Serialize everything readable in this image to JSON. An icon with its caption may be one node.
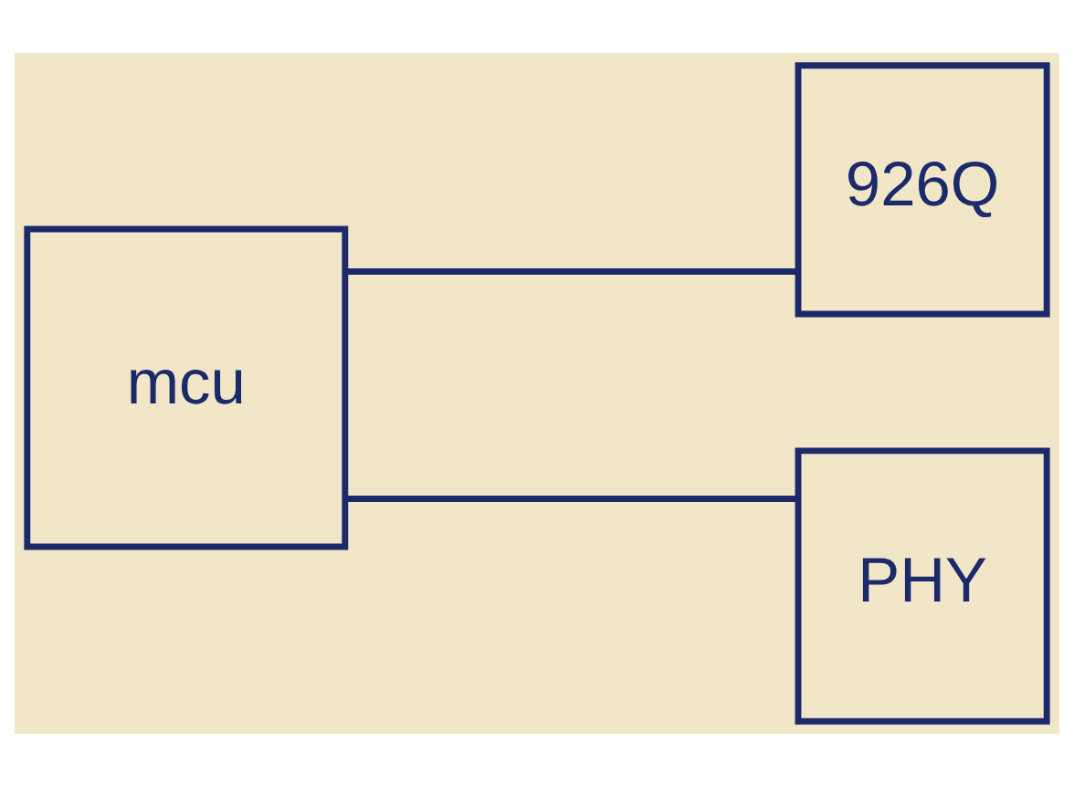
{
  "diagram": {
    "nodes": [
      {
        "text": [
          "mcu"
        ]
      },
      {
        "text": [
          "926Q"
        ]
      },
      {
        "text": [
          "PHY"
        ]
      }
    ],
    "edges": [
      {
        "from": 0,
        "to": 1,
        "arrow": "none"
      },
      {
        "from": 0,
        "to": 2,
        "arrow": "none"
      }
    ]
  }
}
